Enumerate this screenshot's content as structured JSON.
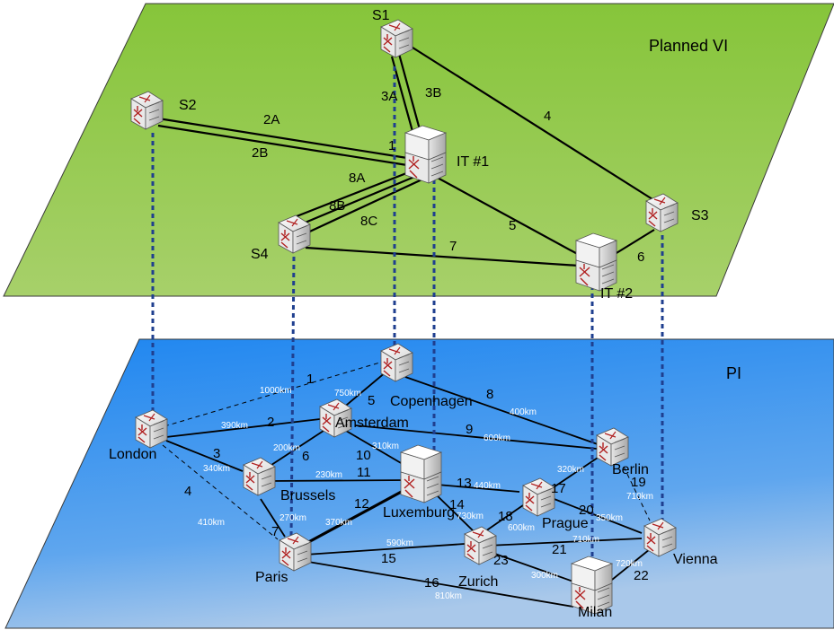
{
  "virtual_plane": {
    "title": "Planned VI",
    "nodes": [
      {
        "id": "S1",
        "label": "S1",
        "kind": "switch"
      },
      {
        "id": "S2",
        "label": "S2",
        "kind": "switch"
      },
      {
        "id": "S3",
        "label": "S3",
        "kind": "switch"
      },
      {
        "id": "S4",
        "label": "S4",
        "kind": "switch"
      },
      {
        "id": "IT1",
        "label": "IT #1",
        "kind": "it"
      },
      {
        "id": "IT2",
        "label": "IT #2",
        "kind": "it"
      }
    ],
    "links": [
      {
        "label": "1"
      },
      {
        "label": "2A"
      },
      {
        "label": "2B"
      },
      {
        "label": "3A"
      },
      {
        "label": "3B"
      },
      {
        "label": "4"
      },
      {
        "label": "5"
      },
      {
        "label": "6"
      },
      {
        "label": "7"
      },
      {
        "label": "8A"
      },
      {
        "label": "8B"
      },
      {
        "label": "8C"
      }
    ]
  },
  "physical_plane": {
    "title": "PI",
    "nodes": [
      {
        "id": "LON",
        "label": "London",
        "kind": "switch"
      },
      {
        "id": "COP",
        "label": "Copenhagen",
        "kind": "switch"
      },
      {
        "id": "AMS",
        "label": "Amsterdam",
        "kind": "switch"
      },
      {
        "id": "BRU",
        "label": "Brussels",
        "kind": "switch"
      },
      {
        "id": "LUX",
        "label": "Luxemburg",
        "kind": "it"
      },
      {
        "id": "PAR",
        "label": "Paris",
        "kind": "switch"
      },
      {
        "id": "ZUR",
        "label": "Zurich",
        "kind": "switch"
      },
      {
        "id": "PRA",
        "label": "Prague",
        "kind": "switch"
      },
      {
        "id": "BER",
        "label": "Berlin",
        "kind": "switch"
      },
      {
        "id": "VIE",
        "label": "Vienna",
        "kind": "switch"
      },
      {
        "id": "MIL",
        "label": "Milan",
        "kind": "it"
      }
    ],
    "links": [
      {
        "label": "1",
        "distance": "1000km"
      },
      {
        "label": "2",
        "distance": "390km"
      },
      {
        "label": "3",
        "distance": "340km"
      },
      {
        "label": "4",
        "distance": "410km"
      },
      {
        "label": "5",
        "distance": "750km"
      },
      {
        "label": "6",
        "distance": "200km"
      },
      {
        "label": "7",
        "distance": "270km"
      },
      {
        "label": "8",
        "distance": "400km"
      },
      {
        "label": "9",
        "distance": "600km"
      },
      {
        "label": "10",
        "distance": "310km"
      },
      {
        "label": "11",
        "distance": "230km"
      },
      {
        "label": "12",
        "distance": "370km"
      },
      {
        "label": "13",
        "distance": "440km"
      },
      {
        "label": "14",
        "distance": "730km"
      },
      {
        "label": "15",
        "distance": "590km"
      },
      {
        "label": "16",
        "distance": "810km"
      },
      {
        "label": "17",
        "distance": "320km"
      },
      {
        "label": "18",
        "distance": "600km"
      },
      {
        "label": "19",
        "distance": "710km"
      },
      {
        "label": "20",
        "distance": "350km"
      },
      {
        "label": "21",
        "distance": "710km"
      },
      {
        "label": "22",
        "distance": "720km"
      },
      {
        "label": "23",
        "distance": "300km"
      }
    ]
  },
  "colors": {
    "virtual_plane_fill": "#8cc63f",
    "physical_plane_fill": "#2f8ff0",
    "mapping_line": "#1f3f8f",
    "link": "#000000"
  }
}
